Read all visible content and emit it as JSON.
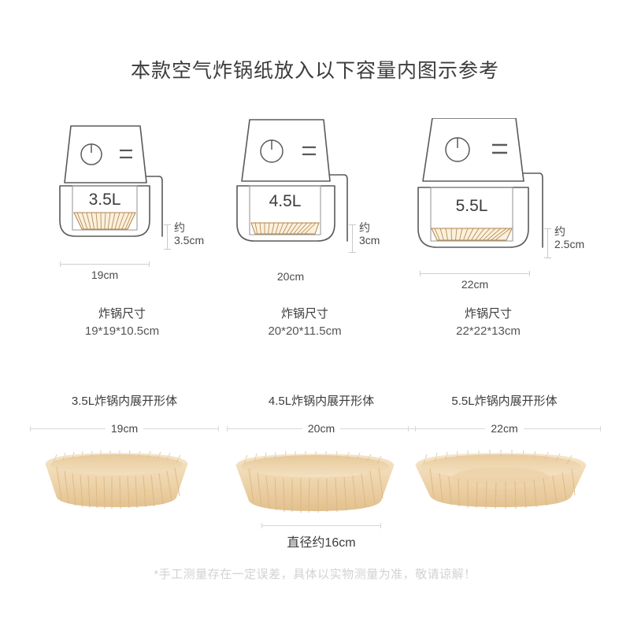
{
  "title": "本款空气炸锅纸放入以下容量内图示参考",
  "colors": {
    "background": "#ffffff",
    "outline": "#5a5a5a",
    "text_dark": "#3c3c3c",
    "measure_line": "#cfcfcf",
    "footer_text": "#d2d2d2",
    "paper_light": "#f7e6c8",
    "paper_mid": "#ecd0a2",
    "paper_dark": "#c79a52"
  },
  "fryers": [
    {
      "capacity_label": "3.5L",
      "width_label": "19cm",
      "height_approx_prefix": "约",
      "height_approx_value": "3.5cm",
      "caption_title": "炸锅尺寸",
      "caption_dims": "19*19*10.5cm"
    },
    {
      "capacity_label": "4.5L",
      "width_label": "20cm",
      "height_approx_prefix": "约",
      "height_approx_value": "3cm",
      "caption_title": "炸锅尺寸",
      "caption_dims": "20*20*11.5cm"
    },
    {
      "capacity_label": "5.5L",
      "width_label": "22cm",
      "height_approx_prefix": "约",
      "height_approx_value": "2.5cm",
      "caption_title": "炸锅尺寸",
      "caption_dims": "22*22*13cm"
    }
  ],
  "bowls": [
    {
      "title": "3.5L炸锅内展开形体",
      "width_label": "19cm"
    },
    {
      "title": "4.5L炸锅内展开形体",
      "width_label": "20cm",
      "diameter_label": "直径约16cm"
    },
    {
      "title": "5.5L炸锅内展开形体",
      "width_label": "22cm"
    }
  ],
  "footer_note": "*手工测量存在一定误差，具体以实物测量为准，敬请谅解！"
}
